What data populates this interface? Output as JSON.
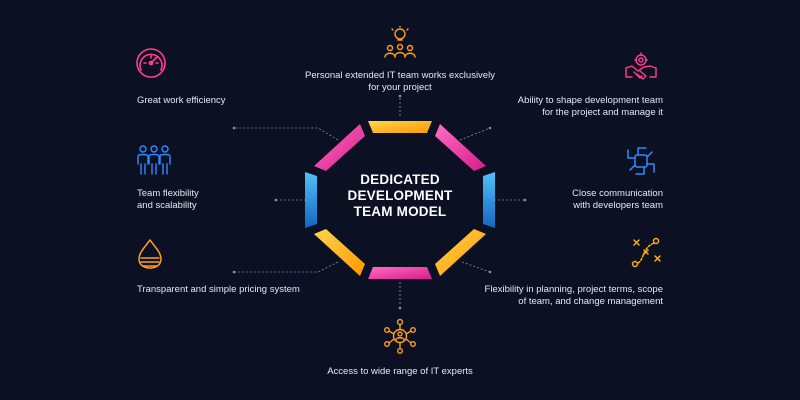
{
  "center": {
    "title_lines": [
      "DEDICATED",
      "DEVELOPMENT",
      "TEAM MODEL"
    ]
  },
  "features": {
    "top": {
      "lines": [
        "Personal extended IT team works exclusively",
        "for your project"
      ],
      "icon": "idea-team-icon",
      "color": "#ff9f1c"
    },
    "top_right": {
      "lines": [
        "Ability to shape development team",
        "for the project and manage it"
      ],
      "icon": "handshake-gear-icon",
      "color": "#ff3d8b"
    },
    "right": {
      "lines": [
        "Close communication",
        "with developers team"
      ],
      "icon": "linked-hands-icon",
      "color": "#2b8cff"
    },
    "bottom_right": {
      "lines": [
        "Flexibility in planning, project terms, scope",
        "of team, and change management"
      ],
      "icon": "strategy-plan-icon",
      "color": "#ffb000"
    },
    "bottom": {
      "lines": [
        "Access to wide range of IT experts"
      ],
      "icon": "expert-network-icon",
      "color": "#ff9f1c"
    },
    "bottom_left": {
      "lines": [
        "Transparent and simple pricing system"
      ],
      "icon": "coin-drop-icon",
      "color": "#ff9f1c"
    },
    "left": {
      "lines": [
        "Team flexibility",
        "and scalability"
      ],
      "icon": "team-group-icon",
      "color": "#2b8cff"
    },
    "top_left": {
      "lines": [
        "Great work efficiency"
      ],
      "icon": "speedometer-icon",
      "color": "#ff3d8b"
    }
  },
  "colors": {
    "background": "#0b1123",
    "pink": "#ff4fb0",
    "magenta": "#e0288a",
    "yellow": "#ffc107",
    "orange": "#ff9800",
    "cyan": "#29b6f6",
    "blue": "#1e88e5",
    "connector": "#8a90a6"
  }
}
